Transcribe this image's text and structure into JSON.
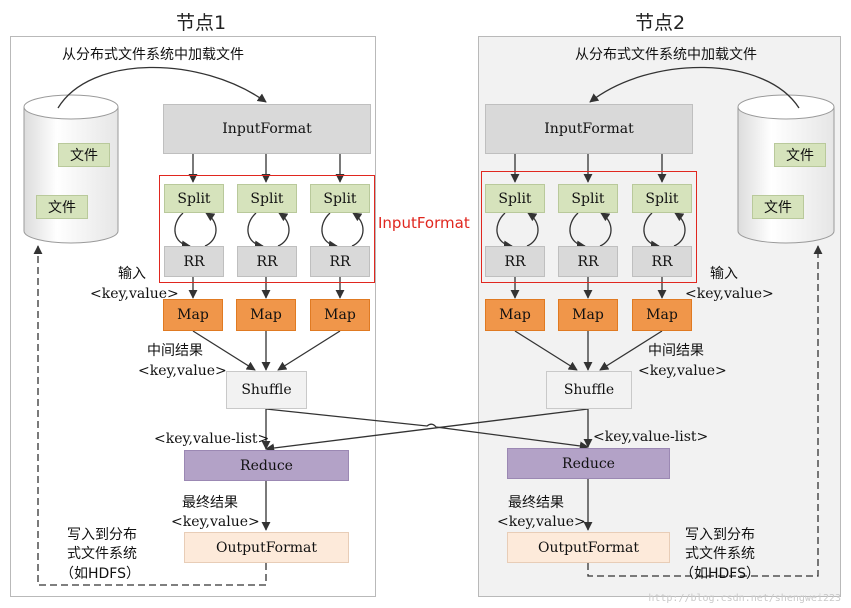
{
  "diagram": {
    "node1": {
      "title": "节点1",
      "load_label": "从分布式文件系统中加载文件",
      "files": [
        "文件",
        "文件"
      ],
      "input_format": "InputFormat",
      "splits": [
        "Split",
        "Split",
        "Split"
      ],
      "rrs": [
        "RR",
        "RR",
        "RR"
      ],
      "input_label": [
        "输入",
        "<key,value>"
      ],
      "maps": [
        "Map",
        "Map",
        "Map"
      ],
      "intermediate_label": [
        "中间结果",
        "<key,value>"
      ],
      "shuffle": "Shuffle",
      "value_list_label": "<key,value-list>",
      "reduce": "Reduce",
      "final_label": [
        "最终结果",
        "<key,value>"
      ],
      "output_format": "OutputFormat",
      "write_label": [
        "写入到分布",
        "式文件系统",
        "（如HDFS）"
      ]
    },
    "node2": {
      "title": "节点2",
      "load_label": "从分布式文件系统中加载文件",
      "files": [
        "文件",
        "文件"
      ],
      "input_format": "InputFormat",
      "splits": [
        "Split",
        "Split",
        "Split"
      ],
      "rrs": [
        "RR",
        "RR",
        "RR"
      ],
      "input_label": [
        "输入",
        "<key,value>"
      ],
      "maps": [
        "Map",
        "Map",
        "Map"
      ],
      "intermediate_label": [
        "中间结果",
        "<key,value>"
      ],
      "shuffle": "Shuffle",
      "value_list_label": "<key,value-list>",
      "reduce": "Reduce",
      "final_label": [
        "最终结果",
        "<key,value>"
      ],
      "output_format": "OutputFormat",
      "write_label": [
        "写入到分布",
        "式文件系统",
        "（如HDFS）"
      ]
    },
    "highlight_label": "InputFormat",
    "watermark": "http://blog.csdn.net/shengwei223"
  },
  "colors": {
    "highlight": "#e0271f",
    "split": "#d6e3bc",
    "map": "#f0964a",
    "reduce": "#b3a2c7",
    "output": "#fdeada"
  }
}
